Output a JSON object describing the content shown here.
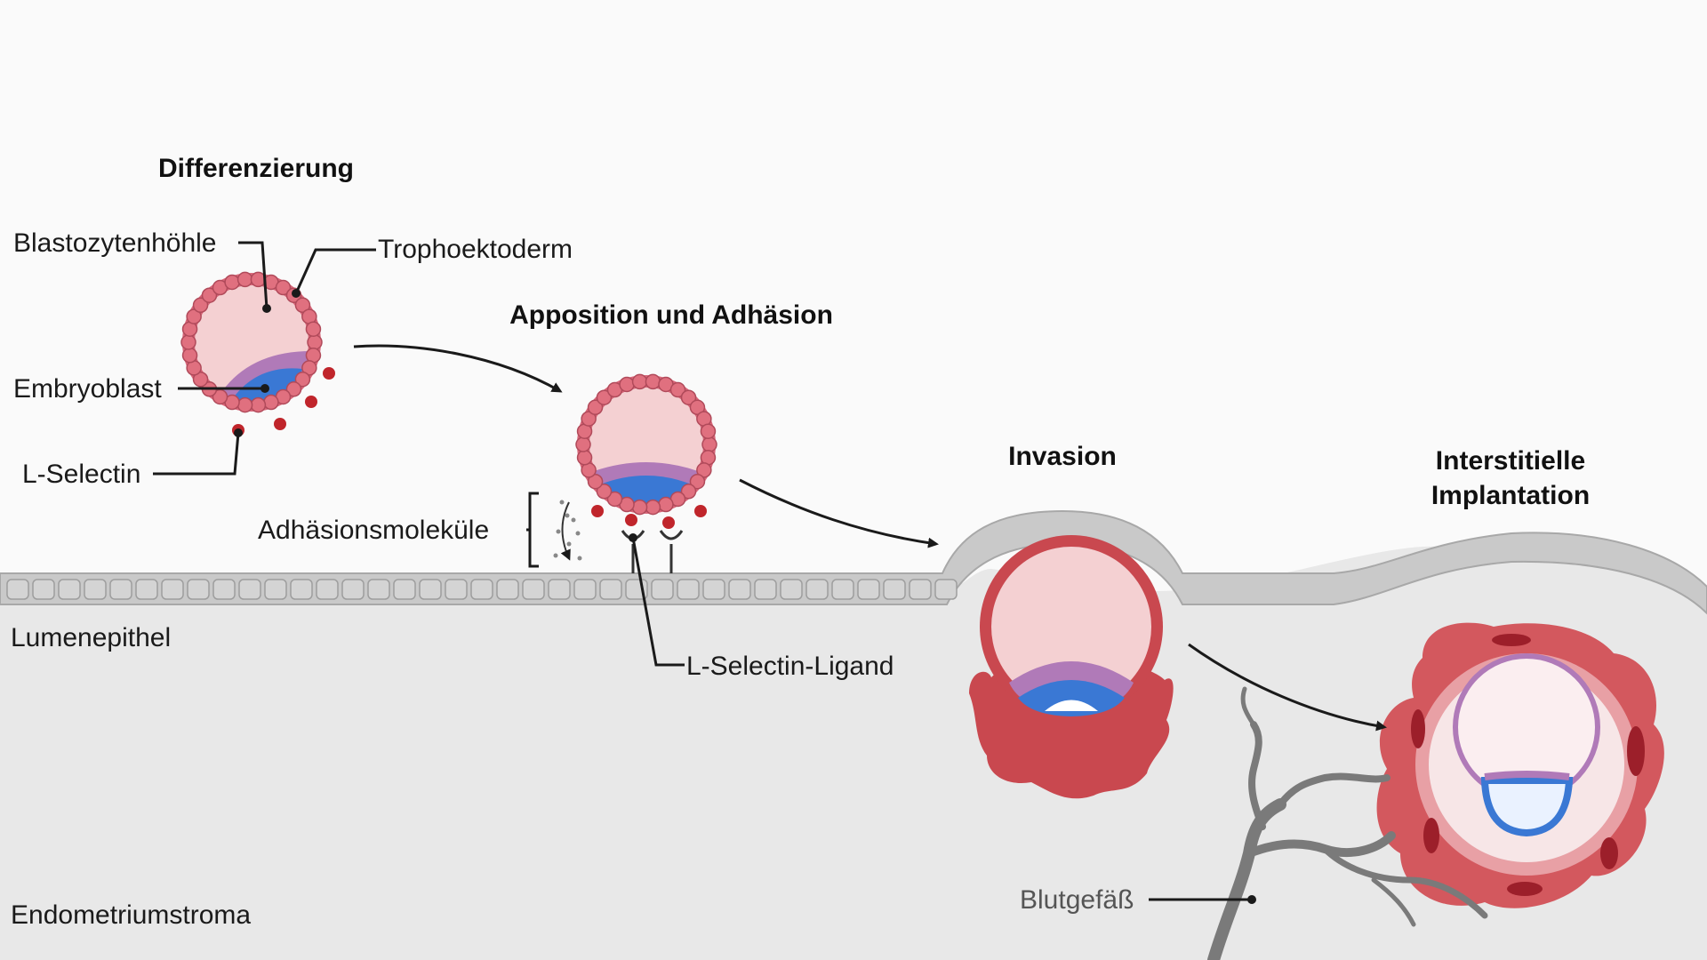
{
  "stages": {
    "differentiation": "Differenzierung",
    "apposition": "Apposition und Adhäsion",
    "invasion": "Invasion",
    "interstitial_line1": "Interstitielle",
    "interstitial_line2": "Implantation"
  },
  "labels": {
    "blastocoel": "Blastozytenhöhle",
    "trophectoderm": "Trophoektoderm",
    "embryoblast": "Embryoblast",
    "l_selectin": "L-Selectin",
    "adhesion_molecules": "Adhäsionsmoleküle",
    "l_selectin_ligand": "L-Selectin-Ligand",
    "luminal_epithelium": "Lumenepithel",
    "endometrial_stroma": "Endometriumstroma",
    "blood_vessel": "Blutgefäß"
  },
  "colors": {
    "background": "#fafafa",
    "stroma": "#e8e8e8",
    "epithelium": "#c9c9c9",
    "trophectoderm": "#d9677a",
    "blastocoel": "#f4d0d2",
    "embryoblast_blue": "#3a78d4",
    "embryoblast_purple": "#b07ab8",
    "decidua_red": "#c9484f",
    "selectin_red": "#c0252b",
    "vessel": "#7a7a7a"
  }
}
